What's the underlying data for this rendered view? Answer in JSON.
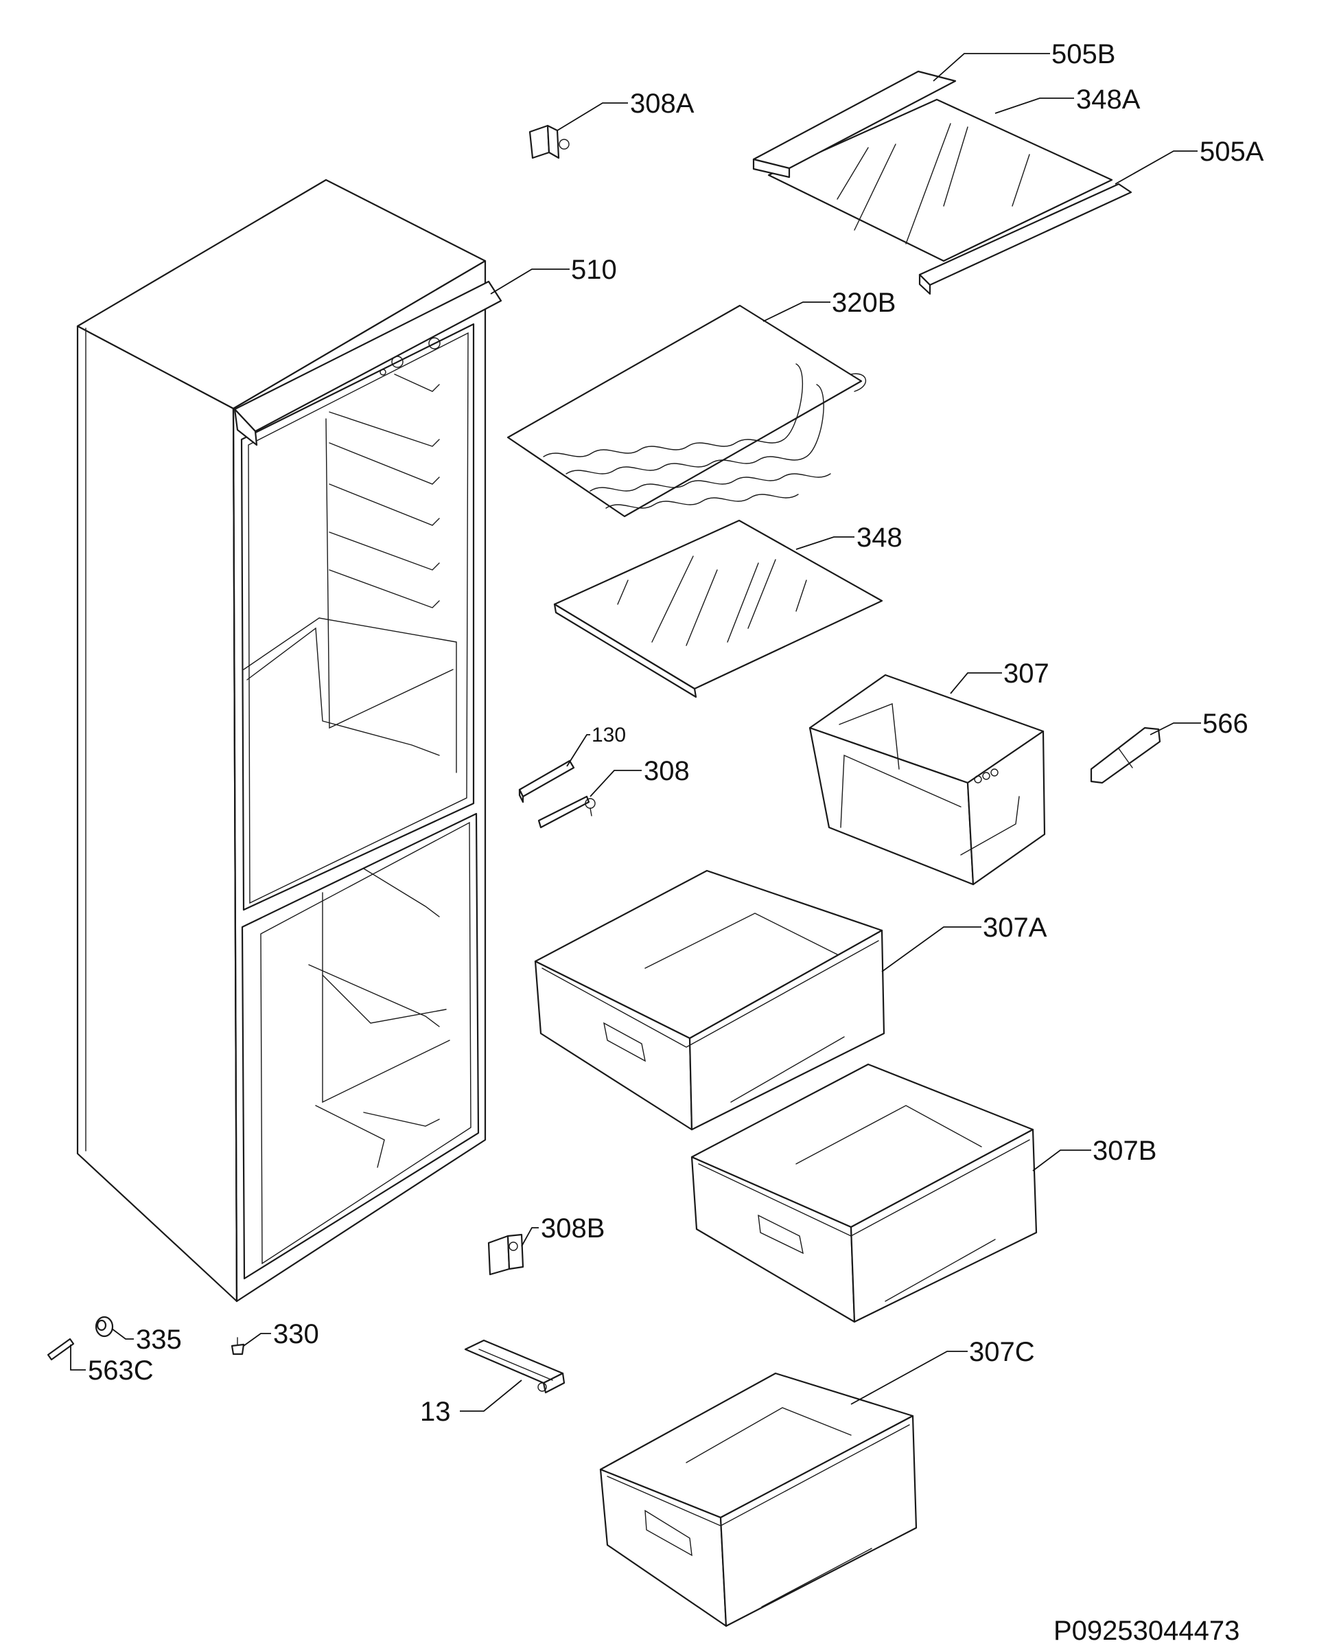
{
  "labels": {
    "l505b": "505B",
    "l308a": "308A",
    "l348a": "348A",
    "l505a": "505A",
    "l510": "510",
    "l320b": "320B",
    "l348": "348",
    "l307": "307",
    "l130": "130",
    "l308": "308",
    "l566": "566",
    "l307a": "307A",
    "l307b": "307B",
    "l308b": "308B",
    "l335": "335",
    "l330": "330",
    "l563c": "563C",
    "l13": "13",
    "l307c": "307C"
  },
  "drawing_code": "P09253044473"
}
